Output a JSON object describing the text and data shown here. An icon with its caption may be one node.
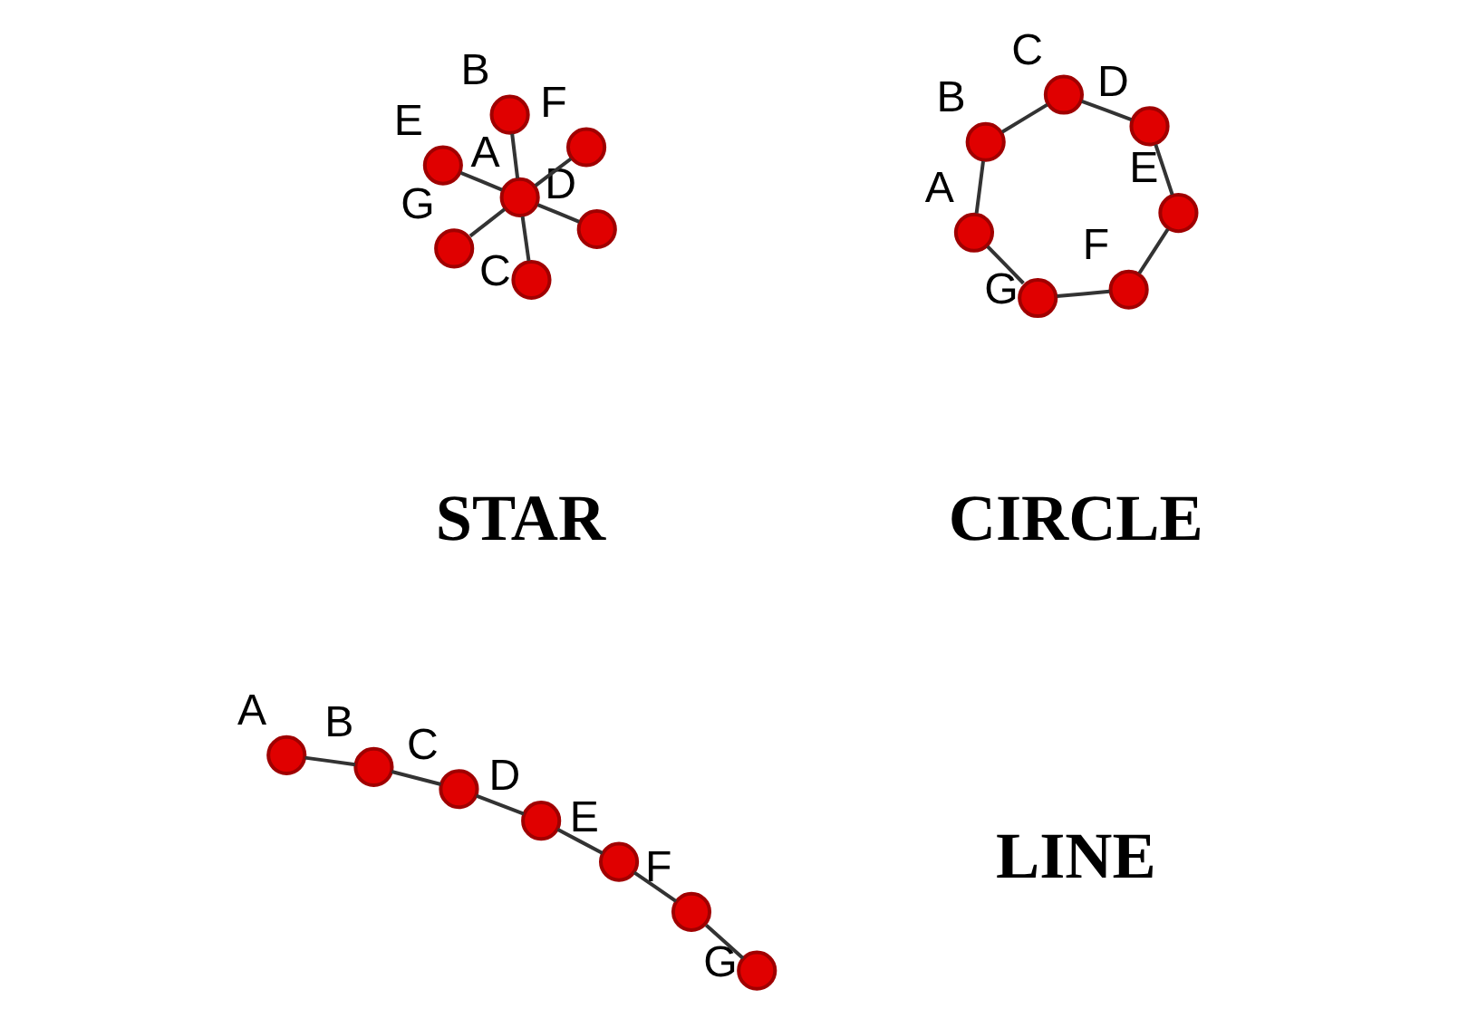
{
  "diagram": {
    "nodes": [
      {
        "text": [],
        "shape": "circle",
        "beside": [
          "E"
        ]
      },
      {
        "text": [],
        "shape": "circle",
        "beside": [
          "D"
        ]
      },
      {
        "text": [],
        "shape": "circle",
        "beside": [
          "C"
        ]
      },
      {
        "text": [],
        "shape": "circle",
        "beside": [
          "A"
        ]
      },
      {
        "text": [],
        "shape": "circle",
        "beside": [
          "F"
        ]
      },
      {
        "text": [],
        "shape": "circle",
        "beside": [
          "B"
        ]
      },
      {
        "text": [],
        "shape": "circle",
        "beside": [
          "G"
        ]
      },
      {
        "text": [],
        "shape": "circle",
        "beside": [
          "E"
        ]
      },
      {
        "text": [],
        "shape": "circle",
        "beside": [
          "D"
        ]
      },
      {
        "text": [],
        "shape": "circle",
        "beside": [
          "F"
        ]
      },
      {
        "text": [],
        "shape": "circle",
        "beside": [
          "C"
        ]
      },
      {
        "text": [],
        "shape": "circle",
        "beside": [
          "G"
        ]
      },
      {
        "text": [],
        "shape": "circle",
        "beside": [
          "B"
        ]
      },
      {
        "text": [],
        "shape": "circle",
        "beside": [
          "A"
        ]
      },
      {
        "text": [],
        "shape": "circle",
        "beside": [
          "G"
        ]
      },
      {
        "text": [],
        "shape": "circle",
        "beside": [
          "F"
        ]
      },
      {
        "text": [],
        "shape": "circle",
        "beside": [
          "E"
        ]
      },
      {
        "text": [],
        "shape": "circle",
        "beside": [
          "D"
        ]
      },
      {
        "text": [],
        "shape": "circle",
        "beside": [
          "C"
        ]
      },
      {
        "text": [],
        "shape": "circle",
        "beside": [
          "B"
        ]
      },
      {
        "text": [],
        "shape": "circle",
        "beside": [
          "A"
        ]
      }
    ],
    "edges": [
      {
        "from": 3,
        "to": 0,
        "arrow": "none"
      },
      {
        "from": 3,
        "to": 1,
        "arrow": "none"
      },
      {
        "from": 3,
        "to": 2,
        "arrow": "none"
      },
      {
        "from": 3,
        "to": 4,
        "arrow": "none"
      },
      {
        "from": 3,
        "to": 5,
        "arrow": "none"
      },
      {
        "from": 3,
        "to": 6,
        "arrow": "none"
      },
      {
        "from": 7,
        "to": 8,
        "arrow": "none"
      },
      {
        "from": 8,
        "to": 10,
        "arrow": "none"
      },
      {
        "from": 10,
        "to": 12,
        "arrow": "none"
      },
      {
        "from": 12,
        "to": 13,
        "arrow": "none"
      },
      {
        "from": 13,
        "to": 11,
        "arrow": "none"
      },
      {
        "from": 11,
        "to": 9,
        "arrow": "none"
      },
      {
        "from": 9,
        "to": 7,
        "arrow": "none"
      },
      {
        "from": 14,
        "to": 15,
        "arrow": "none"
      },
      {
        "from": 15,
        "to": 16,
        "arrow": "none"
      },
      {
        "from": 16,
        "to": 17,
        "arrow": "none"
      },
      {
        "from": 17,
        "to": 18,
        "arrow": "none"
      },
      {
        "from": 18,
        "to": 19,
        "arrow": "none"
      },
      {
        "from": 19,
        "to": 20,
        "arrow": "none"
      }
    ],
    "labels": [
      "STAR",
      "CIRCLE",
      "LINE"
    ]
  }
}
